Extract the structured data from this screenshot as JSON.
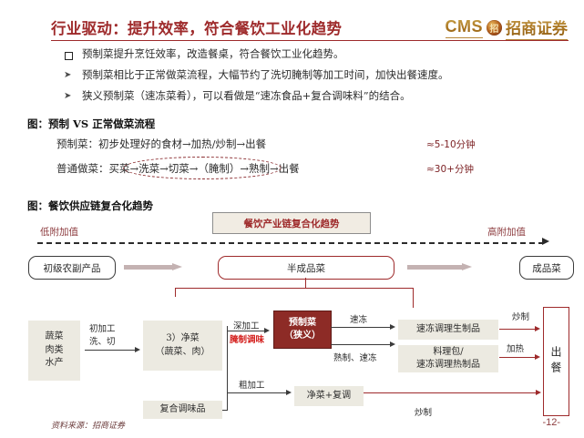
{
  "header": {
    "title": "行业驱动：提升效率，符合餐饮工业化趋势",
    "logo_cms": "CMS",
    "logo_mark": "招",
    "logo_cn": "招商证券"
  },
  "bullets": [
    {
      "marker": "square",
      "text": "预制菜提升烹饪效率，改造餐桌，符合餐饮工业化趋势。"
    },
    {
      "marker": "arrow",
      "text": "预制菜相比于正常做菜流程，大幅节约了洗切腌制等加工时间，加快出餐速度。"
    },
    {
      "marker": "arrow",
      "text": "狭义预制菜（速冻菜肴），可以看做是“速冻食品+复合调味料”的结合。"
    }
  ],
  "figure1": {
    "caption": "图：预制 VS 正常做菜流程",
    "rows": [
      {
        "label": "预制菜：初步处理好的食材→加热/炒制→出餐",
        "time": "≈5-10分钟"
      },
      {
        "label": "普通做菜：买菜→洗菜→切菜→（腌制）→熟制→出餐",
        "time": "≈30+分钟"
      }
    ]
  },
  "figure2": {
    "caption": "图：餐饮供应链复合化趋势",
    "axis": {
      "left_label": "低附加值",
      "right_label": "高附加值",
      "trend_box": "餐饮产业链复合化趋势"
    },
    "chain": {
      "start": "初级农副产品",
      "middle": "半成品菜",
      "end": "成品菜"
    },
    "nodes": {
      "raw": [
        "蔬菜",
        "肉类",
        "水产"
      ],
      "clean": [
        "3）净菜",
        "（蔬菜、肉）"
      ],
      "seasoning": "复合调味品",
      "prepared": [
        "预制菜",
        "（狭义）"
      ],
      "frozen_raw": "速冻调理生制品",
      "meal_kit": [
        "料理包/",
        "速冻调理热制品"
      ],
      "clean_plus": "净菜+复调",
      "serve": "出餐"
    },
    "edges": {
      "primary_process": [
        "初加工",
        "洗、切"
      ],
      "deep_process": "深加工",
      "deep_process_red": "腌制调味",
      "rough_process": "粗加工",
      "quick_freeze": "速冻",
      "cook_freeze": "熟制、速冻",
      "stir_fry_1": "炒制",
      "heat": "加热",
      "stir_fry_2": "炒制"
    }
  },
  "footer": {
    "source": "资料来源：招商证券",
    "page": "-12-"
  }
}
